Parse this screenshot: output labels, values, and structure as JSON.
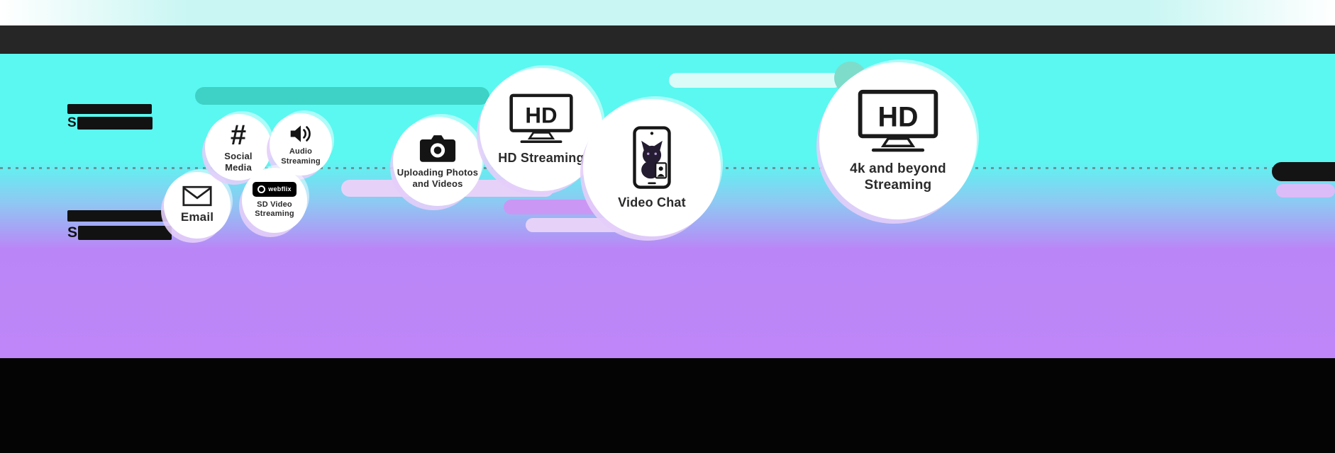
{
  "colors": {
    "cyan_background": "#59f7ef",
    "purple_background": "#c084f8",
    "top_strip": "#c9f6f3",
    "dark_band": "#262626",
    "bottom_band": "#000000",
    "pill_teal": "#3ed1c6",
    "pill_lavender": "#e6d2f8",
    "pill_purple": "#cb97f5",
    "bubble_fill": "#ffffff",
    "text_dark": "#2b2b2b"
  },
  "bubbles": [
    {
      "id": "email",
      "label": "Email",
      "icon": "envelope-icon"
    },
    {
      "id": "social-media",
      "label": "Social Media",
      "icon": "hashtag-icon",
      "icon_glyph": "#"
    },
    {
      "id": "audio-streaming",
      "label": "Audio Streaming",
      "icon": "speaker-icon"
    },
    {
      "id": "sd-video-streaming",
      "label": "SD Video Streaming",
      "icon": "webflix-logo",
      "logo_text": "webflix"
    },
    {
      "id": "uploading-photos-videos",
      "label": "Uploading Photos and Videos",
      "icon": "camera-icon"
    },
    {
      "id": "hd-streaming",
      "label": "HD Streaming",
      "icon": "tv-hd-icon",
      "tv_label": "HD"
    },
    {
      "id": "video-chat",
      "label": "Video Chat",
      "icon": "phone-video-chat-icon"
    },
    {
      "id": "4k-streaming",
      "label": "4k and beyond Streaming",
      "icon": "tv-hd-icon",
      "tv_label": "HD"
    }
  ],
  "partial_text": {
    "left_block_1_line_2_start": "S",
    "left_block_2_line_2_start": "S"
  }
}
